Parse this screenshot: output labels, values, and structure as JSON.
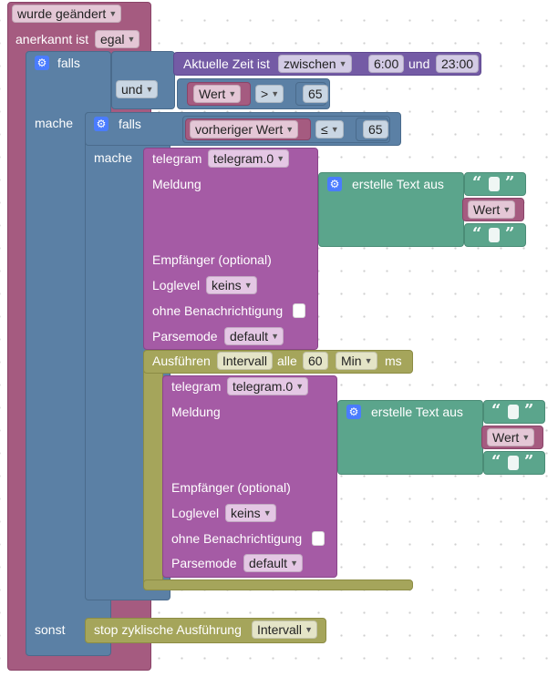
{
  "trigger": {
    "label": "wurde geändert"
  },
  "ack": {
    "label": "anerkannt ist",
    "value": "egal"
  },
  "outer_if": {
    "if_label": "falls",
    "do_label": "mache",
    "else_label": "sonst",
    "time_condition": {
      "label": "Aktuelle Zeit ist",
      "operator": "zwischen",
      "from": "6:00",
      "and_label": "und",
      "to": "23:00"
    },
    "logic_op": "und",
    "value_condition": {
      "variable": "Wert",
      "operator": ">",
      "number": "65"
    }
  },
  "inner_if": {
    "if_label": "falls",
    "do_label": "mache",
    "condition": {
      "variable": "vorheriger Wert",
      "operator": "≤",
      "number": "65"
    }
  },
  "telegram_1": {
    "label": "telegram",
    "instance": "telegram.0",
    "message_label": "Meldung",
    "text_block": {
      "label": "erstelle Text aus",
      "variable": "Wert"
    },
    "recipient_label": "Empfänger (optional)",
    "loglevel_label": "Loglevel",
    "loglevel_value": "keins",
    "silent_label": "ohne Benachrichtigung",
    "parsemode_label": "Parsemode",
    "parsemode_value": "default"
  },
  "interval": {
    "label": "Ausführen",
    "name": "Intervall",
    "every_label": "alle",
    "value": "60",
    "unit": "Min",
    "ms_label": "ms"
  },
  "telegram_2": {
    "label": "telegram",
    "instance": "telegram.0",
    "message_label": "Meldung",
    "text_block": {
      "label": "erstelle Text aus",
      "variable": "Wert"
    },
    "recipient_label": "Empfänger (optional)",
    "loglevel_label": "Loglevel",
    "loglevel_value": "keins",
    "silent_label": "ohne Benachrichtigung",
    "parsemode_label": "Parsemode",
    "parsemode_value": "default"
  },
  "stop": {
    "label": "stop zyklische Ausführung",
    "name": "Intervall"
  },
  "colors": {
    "event": "#a55b80",
    "logic": "#5b80a5",
    "telegram": "#a55ba5",
    "time": "#745ba5",
    "text": "#5ba58c",
    "timer": "#a5a55b"
  }
}
